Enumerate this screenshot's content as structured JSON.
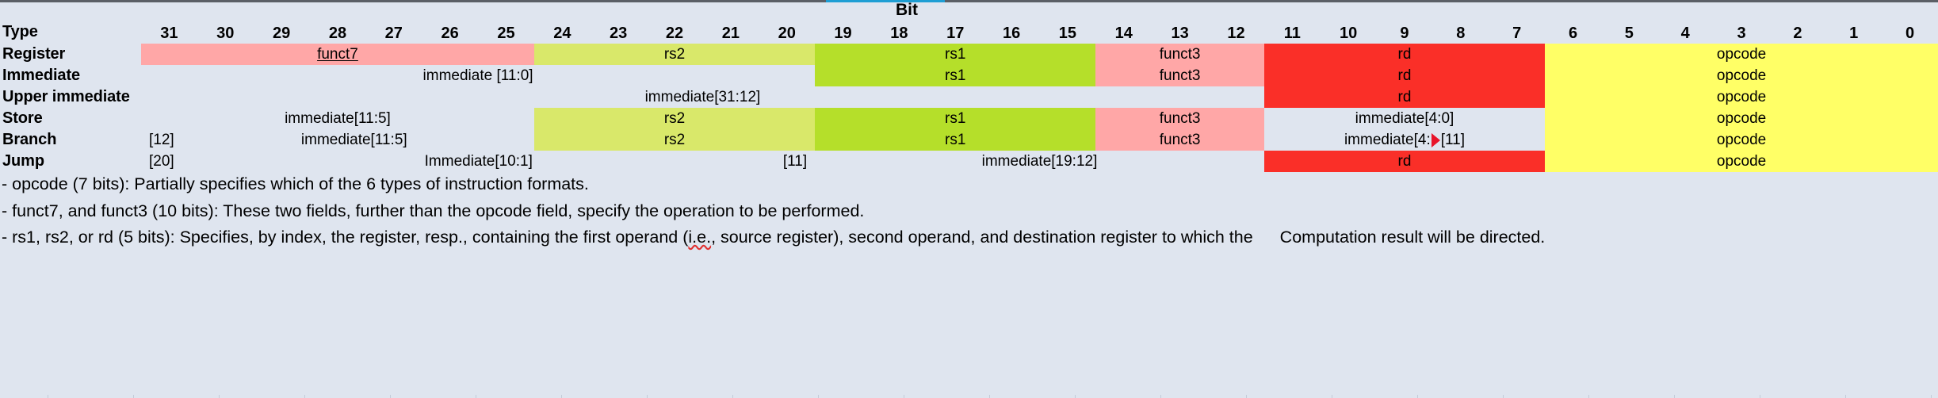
{
  "slide": {
    "background_color": "#dfe5ef",
    "bit_header_label": "Bit",
    "type_column_header": "Type"
  },
  "colors": {
    "funct7": "#ffa7a7",
    "funct3": "#ffa7a7",
    "rs2": "#d9e86a",
    "rs1": "#b5df2a",
    "rd": "#fa2f28",
    "opcode": "#ffff66",
    "immediate": "#6a9bd1",
    "cursor_triangle": "#e8142a",
    "spellcheck_underline": "#e03030"
  },
  "bit_numbers": [
    "31",
    "30",
    "29",
    "28",
    "27",
    "26",
    "25",
    "24",
    "23",
    "22",
    "21",
    "20",
    "19",
    "18",
    "17",
    "16",
    "15",
    "14",
    "13",
    "12",
    "11",
    "10",
    "9",
    "8",
    "7",
    "6",
    "5",
    "4",
    "3",
    "2",
    "1",
    "0"
  ],
  "rows": [
    {
      "label": "Register",
      "fields": [
        {
          "text": "funct7",
          "span": 7,
          "color": "funct7",
          "underline": true
        },
        {
          "text": "rs2",
          "span": 5,
          "color": "rs2"
        },
        {
          "text": "rs1",
          "span": 5,
          "color": "rs1"
        },
        {
          "text": "funct3",
          "span": 3,
          "color": "funct3"
        },
        {
          "text": "rd",
          "span": 5,
          "color": "rd"
        },
        {
          "text": "opcode",
          "span": 7,
          "color": "opcode"
        }
      ]
    },
    {
      "label": "Immediate",
      "fields": [
        {
          "text": "immediate [11:0]",
          "span": 12,
          "color": "immediate"
        },
        {
          "text": "rs1",
          "span": 5,
          "color": "rs1"
        },
        {
          "text": "funct3",
          "span": 3,
          "color": "funct3"
        },
        {
          "text": "rd",
          "span": 5,
          "color": "rd"
        },
        {
          "text": "opcode",
          "span": 7,
          "color": "opcode"
        }
      ]
    },
    {
      "label": "Upper immediate",
      "fields": [
        {
          "text": "immediate[31:12]",
          "span": 20,
          "color": "immediate"
        },
        {
          "text": "rd",
          "span": 5,
          "color": "rd"
        },
        {
          "text": "opcode",
          "span": 7,
          "color": "opcode"
        }
      ]
    },
    {
      "label": "Store",
      "fields": [
        {
          "text": "immediate[11:5]",
          "span": 7,
          "color": "immediate"
        },
        {
          "text": "rs2",
          "span": 5,
          "color": "rs2"
        },
        {
          "text": "rs1",
          "span": 5,
          "color": "rs1"
        },
        {
          "text": "funct3",
          "span": 3,
          "color": "funct3"
        },
        {
          "text": "immediate[4:0]",
          "span": 5,
          "color": "immediate"
        },
        {
          "text": "opcode",
          "span": 7,
          "color": "opcode"
        }
      ]
    },
    {
      "label": "Branch",
      "fields": [
        {
          "span": 7,
          "color": "immediate",
          "parts": [
            {
              "text": "[12]",
              "align": "left"
            },
            {
              "text": "immediate[11:5]",
              "align": "mid"
            }
          ]
        },
        {
          "text": "rs2",
          "span": 5,
          "color": "rs2"
        },
        {
          "text": "rs1",
          "span": 5,
          "color": "rs1"
        },
        {
          "text": "funct3",
          "span": 3,
          "color": "funct3"
        },
        {
          "span": 5,
          "color": "immediate",
          "cursor": true,
          "text_before": "immediate[4:",
          "text_after": "[11]"
        },
        {
          "text": "opcode",
          "span": 7,
          "color": "opcode"
        }
      ]
    },
    {
      "label": "Jump",
      "fields": [
        {
          "span": 12,
          "color": "immediate",
          "parts": [
            {
              "text": "[20]",
              "align": "left"
            },
            {
              "text": "Immediate[10:1]",
              "align": "mid"
            },
            {
              "text": "[11]",
              "align": "right"
            }
          ]
        },
        {
          "text": "immediate[19:12]",
          "span": 8,
          "color": "immediate"
        },
        {
          "text": "rd",
          "span": 5,
          "color": "rd"
        },
        {
          "text": "opcode",
          "span": 7,
          "color": "opcode"
        }
      ]
    }
  ],
  "bullets": {
    "line1": "- opcode (7 bits): Partially specifies which of the 6 types of instruction formats.",
    "line2": "- funct7, and funct3 (10 bits): These two fields, further than the opcode field, specify the operation to be performed.",
    "line3_a": "- rs1, rs2, or rd (5 bits): Specifies, by index, the register, resp., containing the first operand (",
    "line3_misspell": "i.e.",
    "line3_b": ", source register), second operand, and destination register to which the",
    "line4": "Computation result will be directed."
  }
}
